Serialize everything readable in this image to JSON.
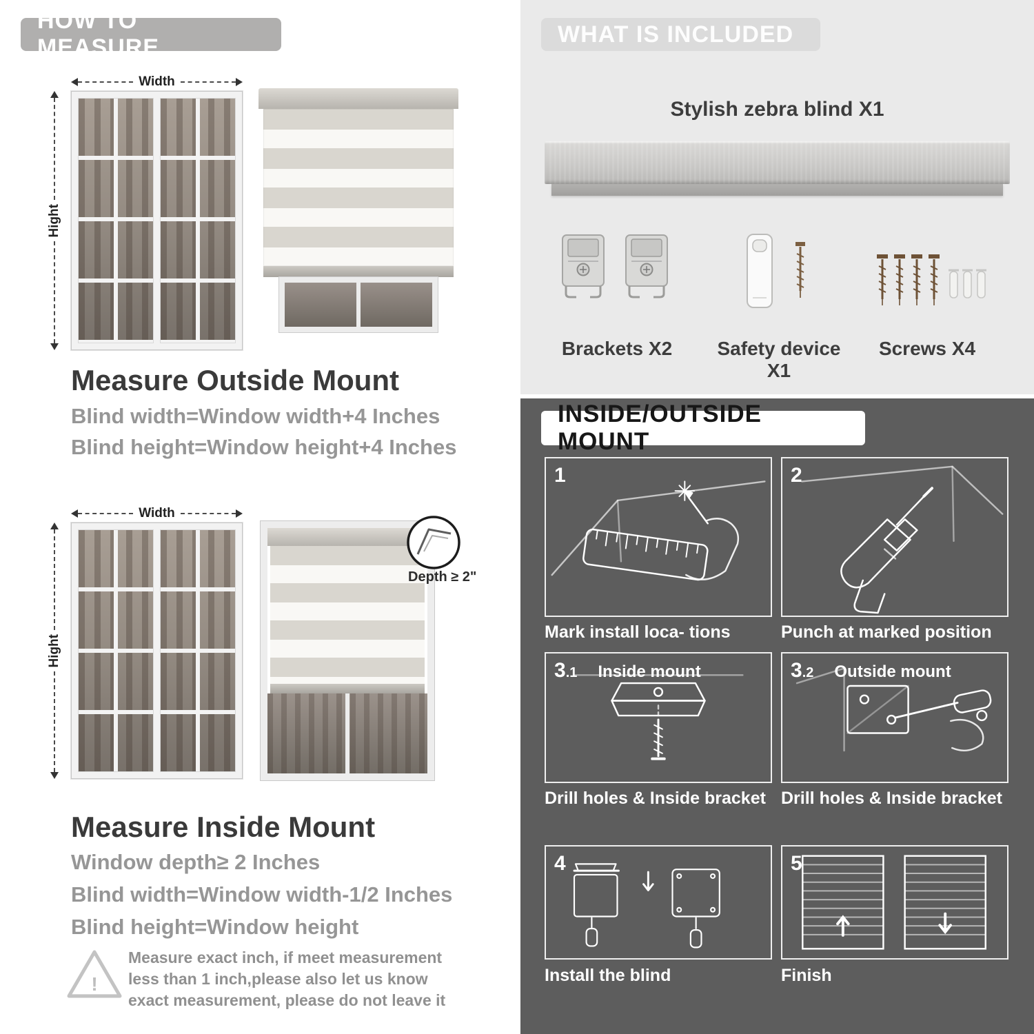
{
  "left": {
    "header": "HOW TO MEASURE",
    "outside": {
      "width_label": "Width",
      "height_label": "Hight",
      "title": "Measure Outside Mount",
      "lines": [
        "Blind width=Window width+4 Inches",
        "Blind height=Window height+4 Inches"
      ]
    },
    "inside": {
      "width_label": "Width",
      "height_label": "Hight",
      "depth_label": "Depth ≥ 2\"",
      "title": "Measure Inside Mount",
      "lines": [
        "Window depth≥ 2 Inches",
        "Blind width=Window width-1/2 Inches",
        "Blind height=Window height"
      ]
    },
    "warning": {
      "mark": "!",
      "text": "Measure exact inch, if meet measurement less than 1 inch,please also let us know exact measurement, please do not leave it"
    }
  },
  "included": {
    "header": "WHAT IS INCLUDED",
    "blind_label": "Stylish zebra blind X1",
    "items": [
      {
        "label": "Brackets X2"
      },
      {
        "label": "Safety device X1"
      },
      {
        "label": "Screws X4"
      }
    ]
  },
  "mount": {
    "header": "INSIDE/OUTSIDE MOUNT",
    "steps": [
      {
        "num": "1",
        "sub": "",
        "tag": "",
        "caption": "Mark install loca- tions"
      },
      {
        "num": "2",
        "sub": "",
        "tag": "",
        "caption": "Punch at  marked position"
      },
      {
        "num": "3",
        "sub": ".1",
        "tag": "Inside mount",
        "caption": "Drill holes &  Inside bracket"
      },
      {
        "num": "3",
        "sub": ".2",
        "tag": "Outside mount",
        "caption": "Drill holes &  Inside bracket"
      },
      {
        "num": "4",
        "sub": "",
        "tag": "",
        "caption": "Install the blind"
      },
      {
        "num": "5",
        "sub": "",
        "tag": "",
        "caption": "Finish"
      }
    ]
  }
}
